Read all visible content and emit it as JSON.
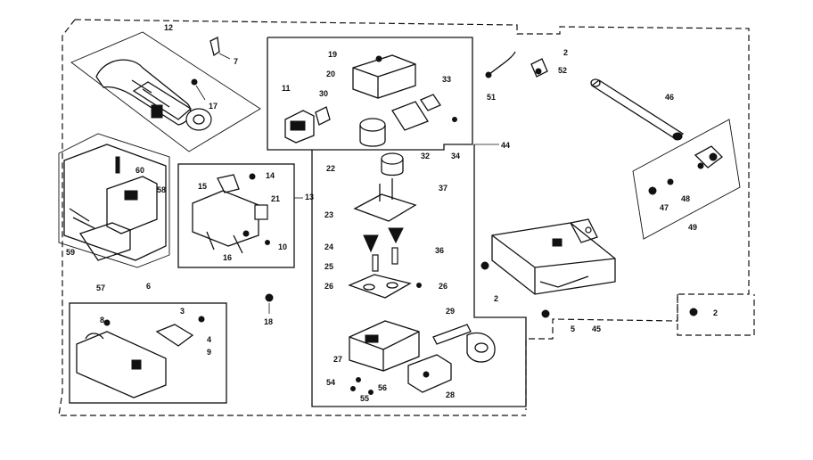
{
  "callouts": [
    {
      "id": "c12",
      "text": "12"
    },
    {
      "id": "c7",
      "text": "7"
    },
    {
      "id": "c17",
      "text": "17"
    },
    {
      "id": "c60",
      "text": "60"
    },
    {
      "id": "c58",
      "text": "58"
    },
    {
      "id": "c59",
      "text": "59"
    },
    {
      "id": "c57",
      "text": "57"
    },
    {
      "id": "c14",
      "text": "14"
    },
    {
      "id": "c15",
      "text": "15"
    },
    {
      "id": "c21",
      "text": "21"
    },
    {
      "id": "c13",
      "text": "13"
    },
    {
      "id": "c16",
      "text": "16"
    },
    {
      "id": "c10",
      "text": "10"
    },
    {
      "id": "c6",
      "text": "6"
    },
    {
      "id": "c3",
      "text": "3"
    },
    {
      "id": "c8",
      "text": "8"
    },
    {
      "id": "c4",
      "text": "4"
    },
    {
      "id": "c9",
      "text": "9"
    },
    {
      "id": "c18",
      "text": "18"
    },
    {
      "id": "c19",
      "text": "19"
    },
    {
      "id": "c20",
      "text": "20"
    },
    {
      "id": "c11",
      "text": "11"
    },
    {
      "id": "c30",
      "text": "30"
    },
    {
      "id": "c33",
      "text": "33"
    },
    {
      "id": "c32",
      "text": "32"
    },
    {
      "id": "c34",
      "text": "34"
    },
    {
      "id": "c22",
      "text": "22"
    },
    {
      "id": "c44",
      "text": "44"
    },
    {
      "id": "c37",
      "text": "37"
    },
    {
      "id": "c23",
      "text": "23"
    },
    {
      "id": "c24",
      "text": "24"
    },
    {
      "id": "c36",
      "text": "36"
    },
    {
      "id": "c25",
      "text": "25"
    },
    {
      "id": "c26a",
      "text": "26"
    },
    {
      "id": "c26b",
      "text": "26"
    },
    {
      "id": "c29",
      "text": "29"
    },
    {
      "id": "c27",
      "text": "27"
    },
    {
      "id": "c54",
      "text": "54"
    },
    {
      "id": "c56",
      "text": "56"
    },
    {
      "id": "c55",
      "text": "55"
    },
    {
      "id": "c28",
      "text": "28"
    },
    {
      "id": "c2a",
      "text": "2"
    },
    {
      "id": "c52",
      "text": "52"
    },
    {
      "id": "c51",
      "text": "51"
    },
    {
      "id": "c46",
      "text": "46"
    },
    {
      "id": "c47",
      "text": "47"
    },
    {
      "id": "c48",
      "text": "48"
    },
    {
      "id": "c49",
      "text": "49"
    },
    {
      "id": "c2b",
      "text": "2"
    },
    {
      "id": "c5",
      "text": "5"
    },
    {
      "id": "c45",
      "text": "45"
    },
    {
      "id": "c2c",
      "text": "2"
    }
  ]
}
